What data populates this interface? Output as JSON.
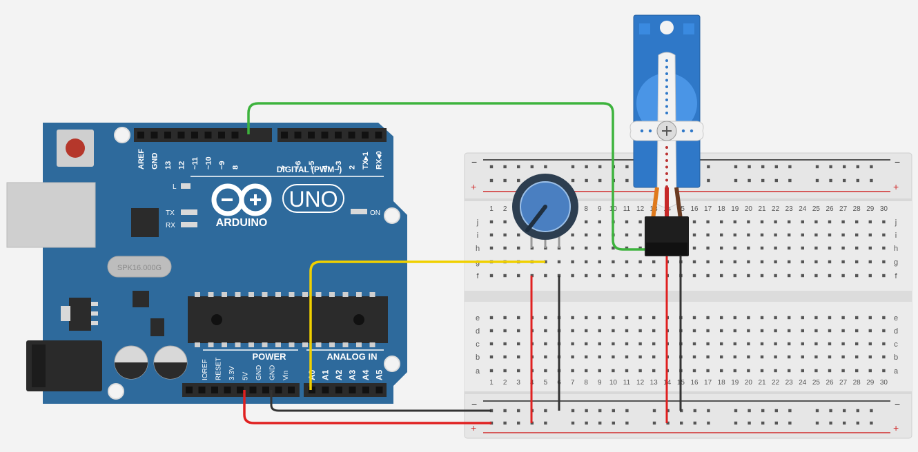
{
  "arduino": {
    "brand": "ARDUINO",
    "model": "UNO",
    "on_label": "ON",
    "l_label": "L",
    "tx_label": "TX",
    "rx_label": "RX",
    "crystal_label": "SPK16.000G",
    "digital_header_label": "DIGITAL (PWM~)",
    "power_header_label": "POWER",
    "analog_header_label": "ANALOG IN",
    "digital_pins": [
      "AREF",
      "GND",
      "13",
      "12",
      "~11",
      "~10",
      "~9",
      "8",
      "7",
      "~6",
      "~5",
      "4",
      "~3",
      "2",
      "TX▸1",
      "RX◂0"
    ],
    "power_pins": [
      "IOREF",
      "RESET",
      "3.3V",
      "5V",
      "GND",
      "GND",
      "Vin"
    ],
    "analog_pins": [
      "A0",
      "A1",
      "A2",
      "A3",
      "A4",
      "A5"
    ],
    "colors": {
      "board": "#2e6a9c",
      "header": "#2b2b2b",
      "silk": "#ffffff"
    }
  },
  "breadboard": {
    "columns": [
      "1",
      "2",
      "3",
      "4",
      "5",
      "6",
      "7",
      "8",
      "9",
      "10",
      "11",
      "12",
      "13",
      "14",
      "15",
      "16",
      "17",
      "18",
      "19",
      "20",
      "21",
      "22",
      "23",
      "24",
      "25",
      "26",
      "27",
      "28",
      "29",
      "30"
    ],
    "rows_top": [
      "j",
      "i",
      "h",
      "g",
      "f"
    ],
    "rows_bottom": [
      "e",
      "d",
      "c",
      "b",
      "a"
    ],
    "rail_minus": "−",
    "rail_plus": "+",
    "colors": {
      "body": "#e8e8e8",
      "hole": "#555555",
      "rail_red": "#d12b2b",
      "rail_black": "#222222"
    }
  },
  "servo": {
    "colors": {
      "body": "#2f78c8",
      "horn": "#f2f2f2"
    }
  },
  "potentiometer": {
    "colors": {
      "knob": "#4a7fc1",
      "ring": "#2d3e50"
    }
  },
  "wires": {
    "colors": {
      "signal": "#3db33d",
      "analog": "#f0d000",
      "power": "#e02020",
      "ground": "#333333"
    }
  }
}
